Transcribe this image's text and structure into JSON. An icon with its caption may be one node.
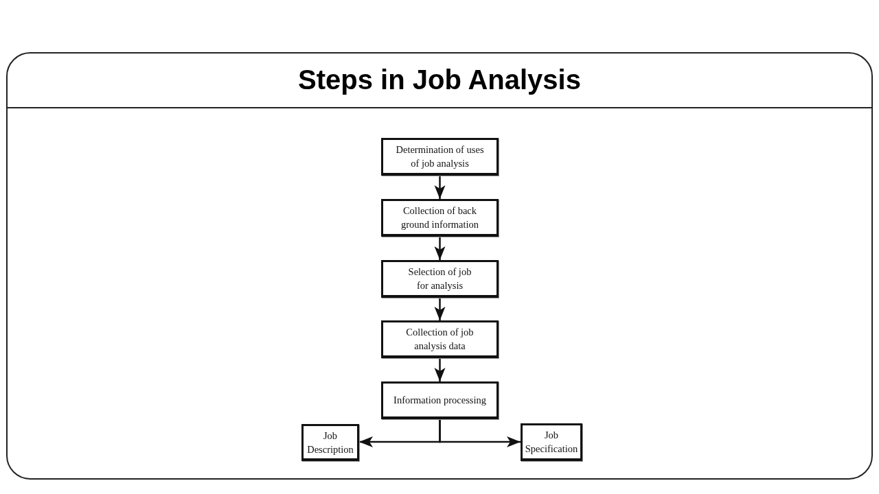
{
  "diagram": {
    "title": "Steps in Job Analysis",
    "nodes": [
      {
        "text": [
          "Determination of uses of job analysis"
        ]
      },
      {
        "text": [
          "Collection of back ground information"
        ]
      },
      {
        "text": [
          "Selection of job for analysis"
        ]
      },
      {
        "text": [
          "Collection of job analysis data"
        ]
      },
      {
        "text": [
          "Information processing"
        ]
      },
      {
        "text": [
          "Job Description"
        ]
      },
      {
        "text": [
          "Job Specification"
        ]
      }
    ],
    "edges": [
      {
        "from": 0,
        "to": 1,
        "arrow": "to"
      },
      {
        "from": 1,
        "to": 2,
        "arrow": "to"
      },
      {
        "from": 2,
        "to": 3,
        "arrow": "to"
      },
      {
        "from": 3,
        "to": 4,
        "arrow": "to"
      },
      {
        "from": 4,
        "to": 5,
        "arrow": "to"
      },
      {
        "from": 4,
        "to": 6,
        "arrow": "to"
      }
    ]
  }
}
